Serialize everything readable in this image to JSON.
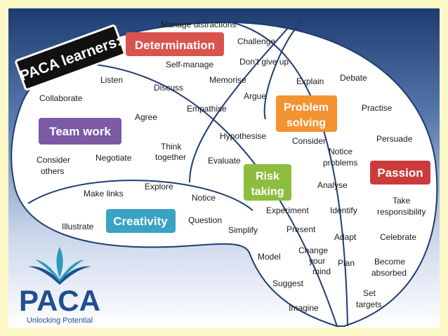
{
  "title": "PACA learners:",
  "categories": {
    "determination": {
      "label": "Determination",
      "color": "#d9534f"
    },
    "team_work": {
      "label": "Team work",
      "color": "#7b5aa6"
    },
    "problem_solving": {
      "label_line1": "Problem",
      "label_line2": "solving",
      "color": "#f39230"
    },
    "risk_taking": {
      "label_line1": "Risk",
      "label_line2": "taking",
      "color": "#8dbd3f"
    },
    "creativity": {
      "label": "Creativity",
      "color": "#3aa3c4"
    },
    "passion": {
      "label": "Passion",
      "color": "#cc3b3b"
    }
  },
  "words": {
    "manage_distractions": "Manage distractions",
    "challenge": "Challenge",
    "self_manage": "Self-manage",
    "dont_give_up": "Don’t give up",
    "listen": "Listen",
    "discuss": "Discuss",
    "memorise": "Memorise",
    "explain": "Explain",
    "debate": "Debate",
    "collaborate": "Collaborate",
    "argue": "Argue",
    "empathise": "Empathise",
    "practise": "Practise",
    "agree": "Agree",
    "hypothesise": "Hypothesise",
    "consider": "Consider",
    "persuade": "Persuade",
    "think": "Think",
    "together": "together",
    "notice_line1": "Notice",
    "problems": "problems",
    "consider_line1": "Consider",
    "others": "others",
    "negotiate": "Negotiate",
    "evaluate": "Evaluate",
    "explore": "Explore",
    "analyse": "Analyse",
    "make_links": "Make links",
    "notice": "Notice",
    "take": "Take",
    "responsibility": "responsibility",
    "experiment": "Experiment",
    "identify": "Identify",
    "question": "Question",
    "illustrate": "Illustrate",
    "simplify": "Simplify",
    "present": "Present",
    "adapt": "Adapt",
    "celebrate": "Celebrate",
    "change": "Change",
    "your": "your",
    "mind": "mind",
    "model": "Model",
    "plan": "Plan",
    "become": "Become",
    "absorbed": "absorbed",
    "suggest": "Suggest",
    "set": "Set",
    "targets": "targets",
    "imagine": "Imagine"
  },
  "logo": {
    "name": "PACA",
    "tagline": "Unlocking Potential",
    "color_primary": "#1f4f8f",
    "color_accent": "#2a9bb8"
  },
  "colors": {
    "background": "#fdf8c8",
    "frame_top": "#1e3f74",
    "frame_bottom": "#ffffff"
  }
}
